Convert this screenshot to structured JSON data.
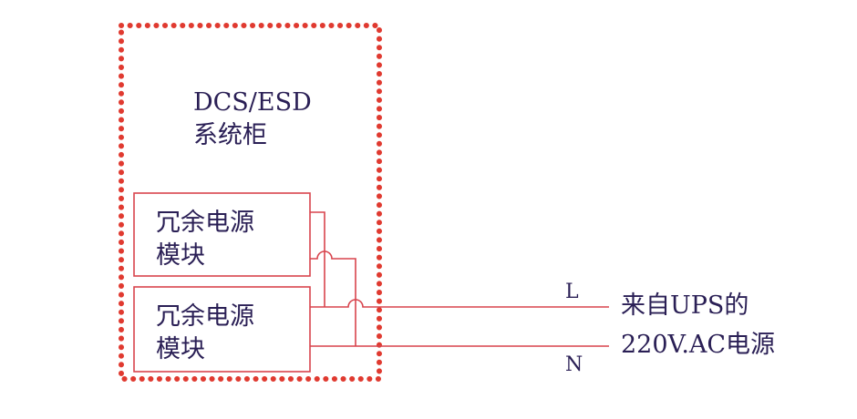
{
  "colors": {
    "dotted_border": "#e03a30",
    "wire": "#d8444d",
    "module_border": "#d8444d",
    "text": "#2a1f55",
    "background": "#ffffff"
  },
  "cabinet": {
    "title_line1": "DCS/ESD",
    "title_line2": "系统柜"
  },
  "modules": [
    {
      "line1": "冗余电源",
      "line2": "模块"
    },
    {
      "line1": "冗余电源",
      "line2": "模块"
    }
  ],
  "wires": {
    "live_label": "L",
    "neutral_label": "N"
  },
  "source": {
    "line1": "来自UPS的",
    "line2": "220V.AC电源"
  }
}
